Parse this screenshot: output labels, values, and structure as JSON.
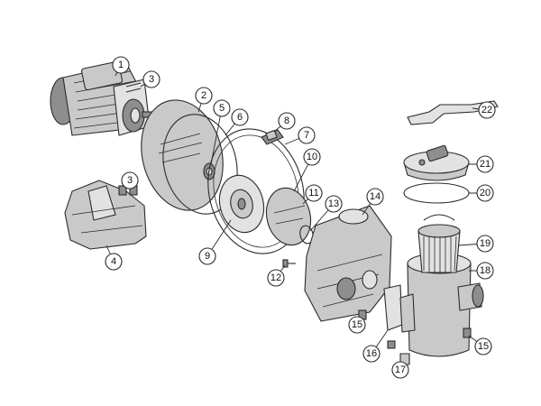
{
  "callouts": [
    "1",
    "2",
    "3",
    "3",
    "4",
    "5",
    "6",
    "7",
    "8",
    "9",
    "10",
    "11",
    "12",
    "13",
    "14",
    "15",
    "15",
    "16",
    "17",
    "18",
    "19",
    "20",
    "21",
    "22"
  ]
}
